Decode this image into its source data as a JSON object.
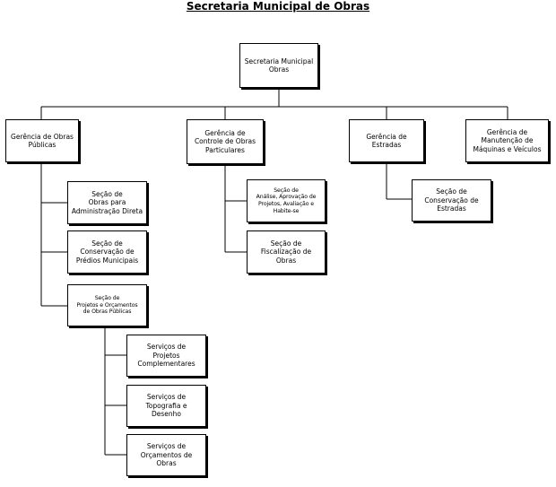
{
  "title": "Secretaria Municipal de Obras",
  "nodes": {
    "root": "Secretaria Municipal\nObras",
    "g_obras_publicas": "Gerência de Obras\nPúblicas",
    "g_controle": "Gerência de\nControle de Obras\nParticulares",
    "g_estradas": "Gerência de\nEstradas",
    "g_maquinas": "Gerência de\nManutenção de\nMáquinas e Veículos",
    "s_adm_direta": "Seção de\nObras para\nAdministração Direta",
    "s_predios": "Seção de\nConservação de\nPrédios Municipais",
    "s_projetos": "Seção de\nProjetos e Orçamentos\nde Obras Públicas",
    "s_analise": "Seção de\nAnálise, Aprovação de\nProjetos, Avaliação e\nHabite-se",
    "s_fiscalizacao": "Seção de\nFiscalização de\nObras",
    "s_estradas": "Seção de\nConservação de\nEstradas",
    "sv_complementares": "Serviços de\nProjetos\nComplementares",
    "sv_topografia": "Serviços de\nTopografia e\nDesenho",
    "sv_orcamentos": "Serviços de\nOrçamentos de\nObras"
  }
}
